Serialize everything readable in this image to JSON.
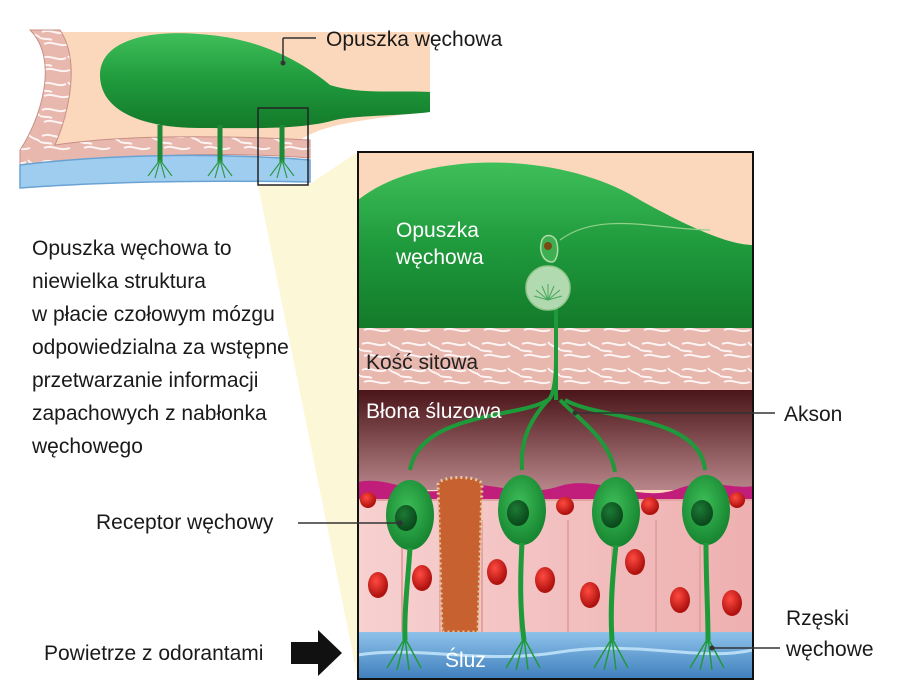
{
  "labels": {
    "bulb_top": "Opuszka węchowa",
    "bulb_inner": "Opuszka\nwęchowa",
    "bone": "Kość sitowa",
    "membrane": "Błona śluzowa",
    "axon": "Akson",
    "receptor": "Receptor węchowy",
    "air": "Powietrze z odorantami",
    "mucus": "Śluz",
    "cilia": "Rzęski\nwęchowe"
  },
  "description": "Opuszka węchowa to\nniewielka struktura\nw płacie czołowym mózgu\nodpowiedzialna za wstępne\nprzetwarzanie informacji\nzapachowych z nabłonka\nwęchowego",
  "colors": {
    "bulb_green": "#1f9a3c",
    "bone_pink": "#e8b7ae",
    "membrane_dark": "#5a1a1e",
    "cell_pink": "#f3c3c3",
    "nucleus_red": "#d3211d",
    "mucus_blue": "#4d8ec4",
    "background_peach": "#fbd8bb"
  }
}
